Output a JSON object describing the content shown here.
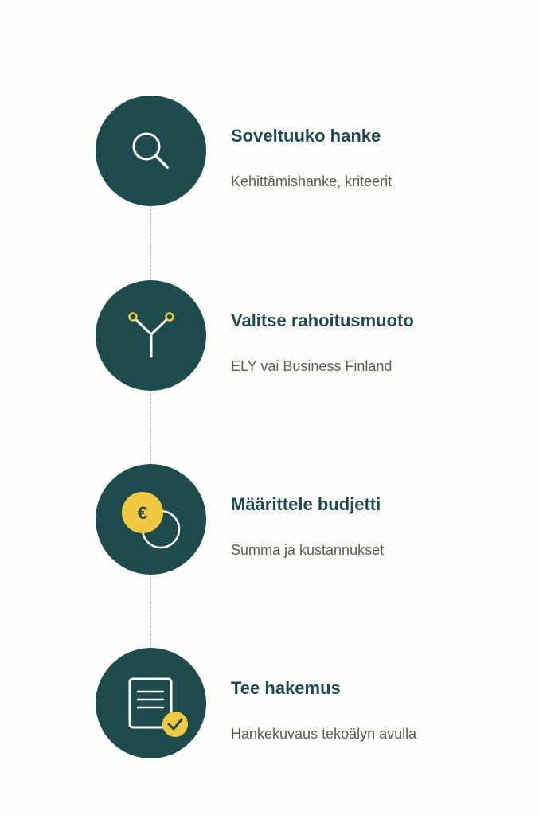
{
  "colors": {
    "circle": "#1e4b4c",
    "accent": "#f1c940",
    "title": "#1e4b4c",
    "subtitle": "#5f5a55",
    "connector": "#bdbdbd"
  },
  "steps": [
    {
      "title": "Soveltuuko hanke",
      "subtitle": "Kehittämishanke, kriteerit",
      "icon": "search-icon"
    },
    {
      "title": "Valitse rahoitusmuoto",
      "subtitle": "ELY vai Business Finland",
      "icon": "fork-icon"
    },
    {
      "title": "Määrittele budjetti",
      "subtitle": "Summa ja kustannukset",
      "icon": "euro-coin-icon",
      "icon_symbol": "€"
    },
    {
      "title": "Tee hakemus",
      "subtitle": "Hankekuvaus tekoälyn avulla",
      "icon": "document-check-icon"
    }
  ]
}
